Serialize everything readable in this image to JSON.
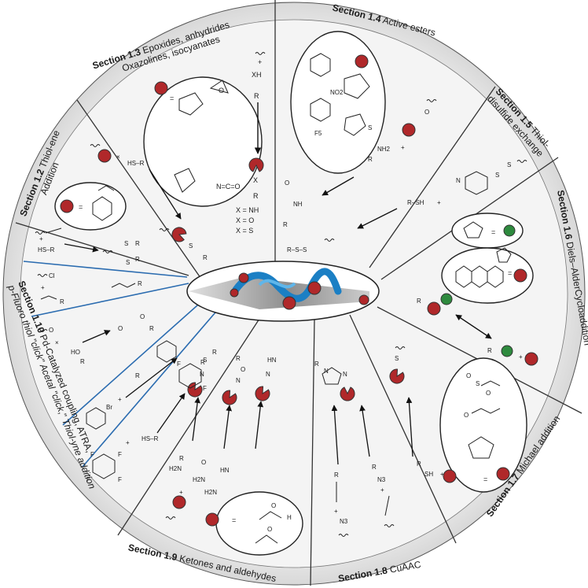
{
  "sections": [
    {
      "id": "1.2",
      "bold": "Section 1.2",
      "rest": " Thiol-ene",
      "rest2": "Addition"
    },
    {
      "id": "1.3",
      "bold": "Section 1.3",
      "rest": " Epoxides, anhydrides",
      "rest2": "Oxazolines, isocyanates"
    },
    {
      "id": "1.4",
      "bold": "Section 1.4",
      "rest": " Active esters"
    },
    {
      "id": "1.5",
      "bold": "Section 1.5",
      "rest": " Thiol-",
      "rest2": "disulfide exchange"
    },
    {
      "id": "1.6",
      "bold": "Section 1.6",
      "rest": " Diels–AlderCycloaddition"
    },
    {
      "id": "1.7",
      "bold": "Section 1.7",
      "rest": " Michael addition"
    },
    {
      "id": "1.8",
      "bold": "Section 1.8",
      "rest": " CuAAC"
    },
    {
      "id": "1.9",
      "bold": "Section 1.9",
      "rest": " Ketones and aldehydes"
    },
    {
      "id": "1.10",
      "bold": "Section 1.10",
      "rest": " Pd-Catalyzed coupling, ATRA,",
      "rest2": "p-Fluoro thiol \"click\" Acetal \"click,\" Thiol-yne addition"
    }
  ],
  "chem_labels": {
    "thiol_ene": {
      "reagent": "HS–R",
      "r1": "R",
      "s": "S",
      "eq": "="
    },
    "epoxide": {
      "eq": "=",
      "nco": "N=C=O",
      "xh": "XH",
      "r": "R",
      "x": "X",
      "plus": "+",
      "x_nh": "X = NH",
      "x_o": "X = O",
      "x_s": "X = S"
    },
    "active_ester": {
      "no2": "NO2",
      "f5": "F5",
      "s": "S",
      "o": "O",
      "nh2": "NH2",
      "r": "R",
      "plus": "+",
      "nh": "NH"
    },
    "disulfide": {
      "rsh": "R–SH",
      "plus": "+",
      "s": "S",
      "rss": "R–S–S"
    },
    "diels_alder": {
      "eq": "=",
      "r": "R",
      "plus": "+"
    },
    "michael": {
      "sh": "SH",
      "r": "R",
      "s": "S",
      "plus": "+",
      "eq": "=",
      "so2": "S",
      "o": "O"
    },
    "cuaac": {
      "n3": "N3",
      "r": "R",
      "plus": "+",
      "triazole_n": "N",
      "r1": "R"
    },
    "ketone": {
      "h2n": "H2N",
      "o": "O",
      "hn": "HN",
      "n": "N",
      "r": "R",
      "plus": "+",
      "eq": "=",
      "h": "H"
    },
    "misc": {
      "hsr": "HS–R",
      "cl": "Cl",
      "r": "R",
      "s": "S",
      "o": "O",
      "ho": "HO",
      "br": "Br",
      "f": "F",
      "plus": "+",
      "x": "×"
    }
  },
  "colors": {
    "red": "#b0282a",
    "green": "#2e8a3e",
    "blue": "#2a86c8",
    "polymer_blue": "#1b7fc4",
    "gray": "#e8e8e8",
    "line": "#222222",
    "divider_blue": "#2b6cb0"
  }
}
